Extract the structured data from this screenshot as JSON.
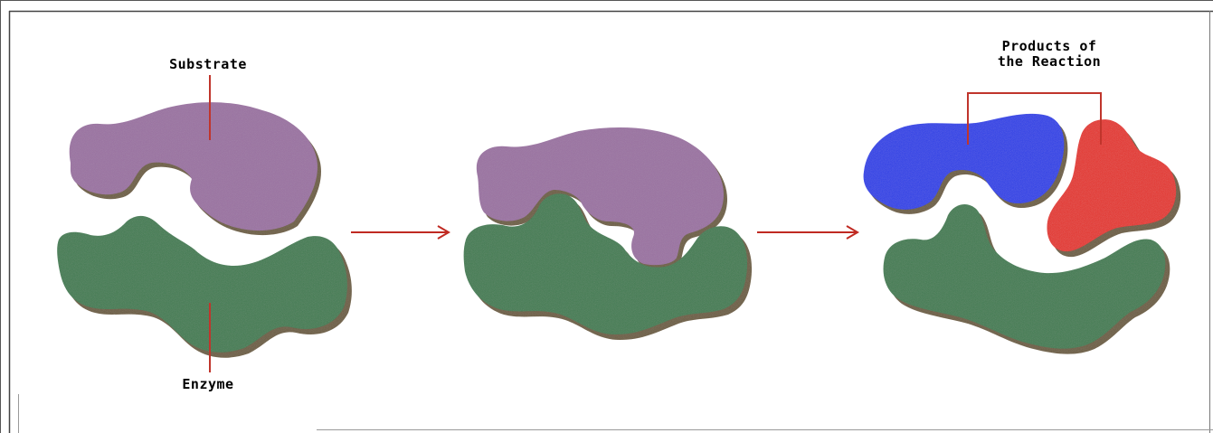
{
  "labels": {
    "substrate": "Substrate",
    "enzyme": "Enzyme",
    "products_line1": "Products of",
    "products_line2": "the Reaction"
  },
  "colors": {
    "substrate": "#9a6fa1",
    "enzyme": "#3a7a4e",
    "product_blue": "#2038e8",
    "product_red": "#e52a24",
    "shadow": "#6b5a3a",
    "pointer": "#c0352c",
    "arrow": "#c02a22",
    "frame": "#3a3a3a"
  }
}
